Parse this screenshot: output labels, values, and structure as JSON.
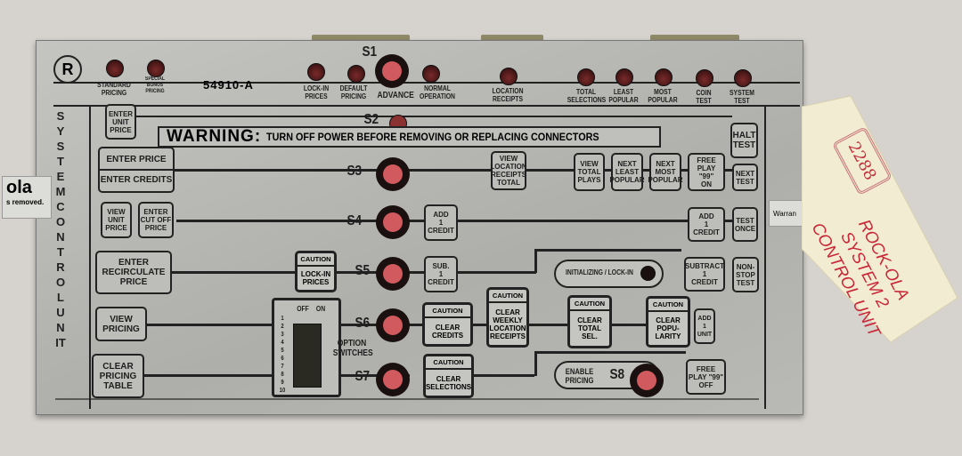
{
  "panel": {
    "part_number": "54910-A",
    "warning_title": "WARNING:",
    "warning_text": "TURN OFF POWER BEFORE REMOVING OR REPLACING CONNECTORS",
    "vertical_title": "SYSTEM CONTROL UNIT",
    "top_indicators": [
      "STANDARD\nPRICING",
      "SPECIAL\nBONUS\nPRICING",
      "LOCK-IN\nPRICES",
      "DEFAULT\nPRICING",
      "NORMAL\nOPERATION",
      "LOCATION\nRECEIPTS",
      "TOTAL\nSELECTIONS",
      "LEAST\nPOPULAR",
      "MOST\nPOPULAR",
      "COIN\nTEST",
      "SYSTEM\nTEST"
    ],
    "switches": {
      "s1": "S1",
      "s1_label": "ADVANCE",
      "s2": "S2",
      "s3": "S3",
      "s4": "S4",
      "s5": "S5",
      "s6": "S6",
      "s7": "S7",
      "s8": "S8"
    },
    "boxes": {
      "enter_unit_price": "ENTER\nUNIT\nPRICE",
      "enter_price": "ENTER PRICE",
      "enter_credits": "ENTER CREDITS",
      "view_location_receipts_total": "VIEW\nLOCATION\nRECEIPTS\nTOTAL",
      "view_total_plays": "VIEW\nTOTAL\nPLAYS",
      "next_least_popular": "NEXT\nLEAST\nPOPULAR",
      "next_most_popular": "NEXT\nMOST\nPOPULAR",
      "free_play_on": "FREE\nPLAY \"99\"\nON",
      "next_test": "NEXT\nTEST",
      "halt_test": "HALT\nTEST",
      "view_unit_price": "VIEW\nUNIT\nPRICE",
      "enter_cut_off_price": "ENTER\nCUT OFF\nPRICE",
      "add_credit_1": "ADD\n1\nCREDIT",
      "add_credit_2": "ADD\n1\nCREDIT",
      "test_once": "TEST\nONCE",
      "enter_recirculate_price": "ENTER\nRECIRCULATE\nPRICE",
      "sub_credit": "SUB.\n1\nCREDIT",
      "subtract_credit": "SUBTRACT\n1\nCREDIT",
      "non_stop_test": "NON-\nSTOP\nTEST",
      "view_pricing": "VIEW\nPRICING",
      "add_unit": "ADD\n1\nUNIT",
      "clear_pricing_table": "CLEAR\nPRICING\nTABLE",
      "free_play_off": "FREE\nPLAY \"99\"\nOFF"
    },
    "caution_label": "CAUTION",
    "cautions": {
      "lock_in": "LOCK-IN\nPRICES",
      "clear_credits": "CLEAR\nCREDITS",
      "clear_weekly": "CLEAR\nWEEKLY\nLOCATION\nRECEIPTS",
      "clear_total": "CLEAR\nTOTAL\nSEL.",
      "clear_popularity": "CLEAR\nPOPU-\nLARITY",
      "clear_selections": "CLEAR\nSELECTIONS"
    },
    "initializing": "INITIALIZING / LOCK-IN",
    "enable_pricing": "ENABLE\nPRICING",
    "dip": {
      "off": "OFF",
      "on": "ON",
      "numbers": "1\n2\n3\n4\n5\n6\n7\n8\n9\n10",
      "label": "OPTION\nSWITCHES"
    },
    "stickers": {
      "left_logo": "ola",
      "left_text": "s removed.",
      "right_text": "Warran"
    }
  },
  "tag": {
    "number": "2288",
    "line1": "ROCK-OLA",
    "line2": "SYSTEM 2",
    "line3": "CONTROL UNIT"
  }
}
